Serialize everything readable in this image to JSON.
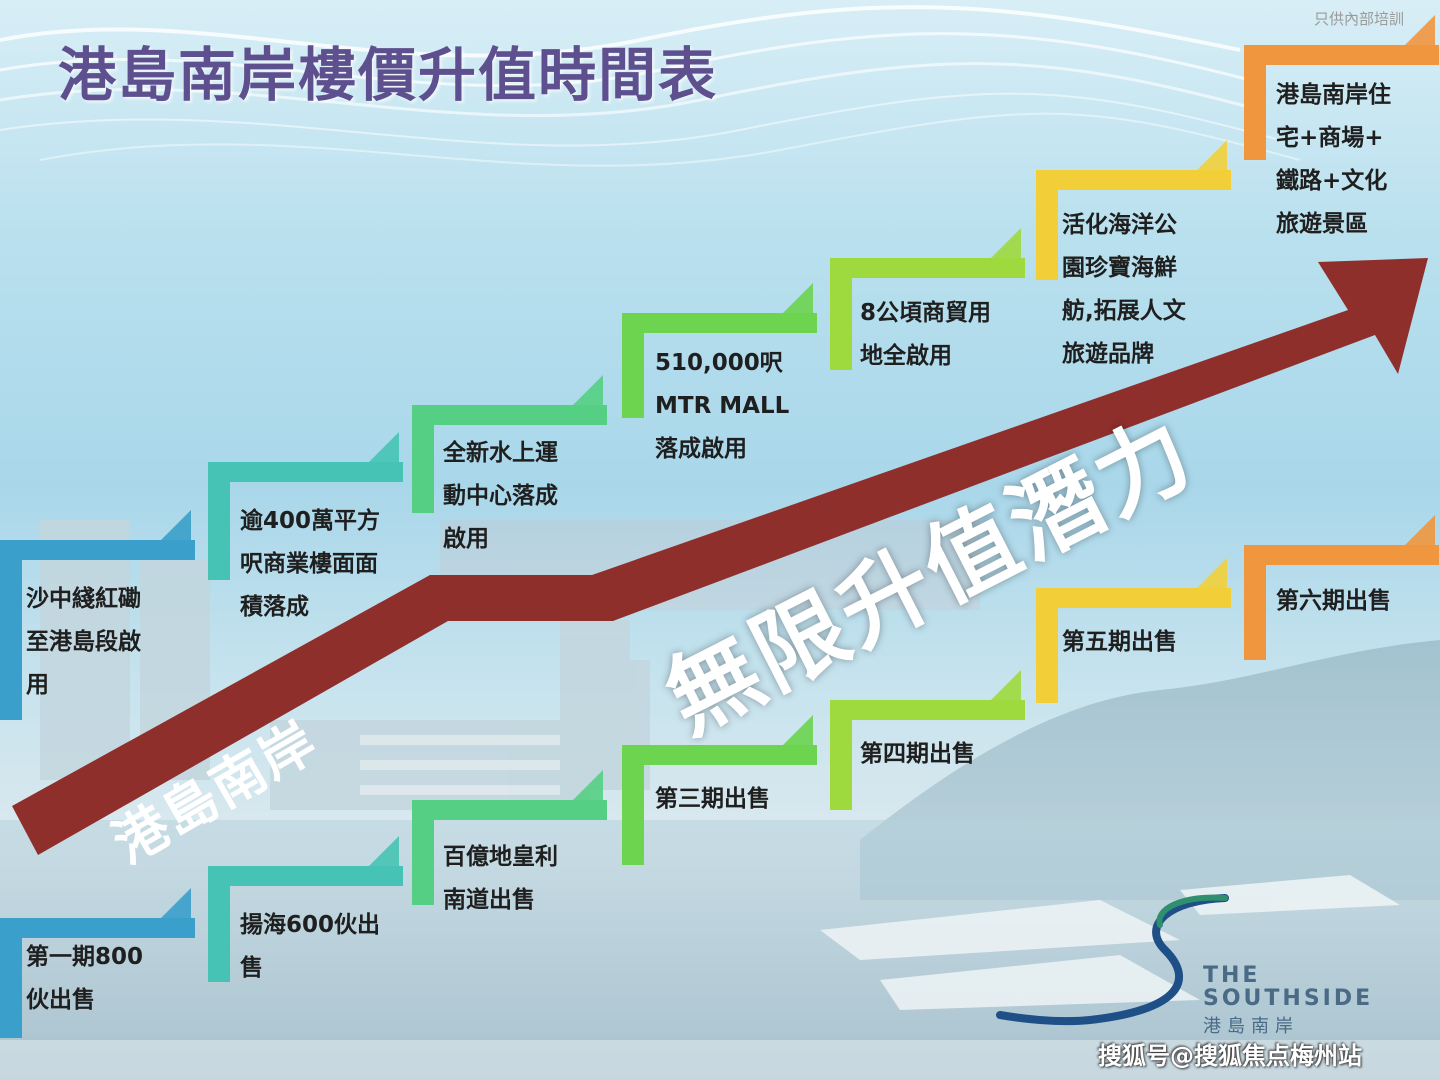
{
  "title": "港島南岸樓價升值時間表",
  "watermark_note": "只供內部培訓",
  "arrow": {
    "label_small": "港島南岸",
    "label_big": "無限升值潛力",
    "color": "#8f2f2c"
  },
  "top_steps": [
    {
      "id": "t1",
      "lines": [
        "沙中綫紅磡",
        "至港島段啟",
        "用"
      ],
      "color": "#3a9fca"
    },
    {
      "id": "t2",
      "lines": [
        "逾400萬平方",
        "呎商業樓面面",
        "積落成"
      ],
      "color": "#46c3b4"
    },
    {
      "id": "t3",
      "lines": [
        "全新水上運",
        "動中心落成",
        "啟用"
      ],
      "color": "#55cf84"
    },
    {
      "id": "t4",
      "lines": [
        "510,000呎",
        "MTR MALL",
        "落成啟用"
      ],
      "color": "#6cd44f"
    },
    {
      "id": "t5",
      "lines": [
        "8公頃商貿用",
        "地全啟用"
      ],
      "color": "#9ed93d"
    },
    {
      "id": "t6",
      "lines": [
        "活化海洋公",
        "園珍寶海鮮",
        "舫,拓展人文",
        "旅遊品牌"
      ],
      "color": "#f2cf38"
    },
    {
      "id": "t7",
      "lines": [
        "港島南岸住",
        "宅+商場+",
        "鐵路+文化",
        "旅遊景區"
      ],
      "color": "#f0963e"
    }
  ],
  "bottom_steps": [
    {
      "id": "b1",
      "lines": [
        "第一期800",
        "伙出售"
      ],
      "color": "#3a9fca"
    },
    {
      "id": "b2",
      "lines": [
        "揚海600伙出",
        "售"
      ],
      "color": "#46c3b4"
    },
    {
      "id": "b3",
      "lines": [
        "百億地皇利",
        "南道出售"
      ],
      "color": "#55cf84"
    },
    {
      "id": "b4",
      "lines": [
        "第三期出售"
      ],
      "color": "#6cd44f"
    },
    {
      "id": "b5",
      "lines": [
        "第四期出售"
      ],
      "color": "#9ed93d"
    },
    {
      "id": "b6",
      "lines": [
        "第五期出售"
      ],
      "color": "#f2cf38"
    },
    {
      "id": "b7",
      "lines": [
        "第六期出售"
      ],
      "color": "#f0963e"
    }
  ],
  "logo": {
    "line1": "THE",
    "line2": "SOUTHSIDE",
    "line3": "港島南岸"
  },
  "credit": "搜狐号@搜狐焦点梅州站"
}
